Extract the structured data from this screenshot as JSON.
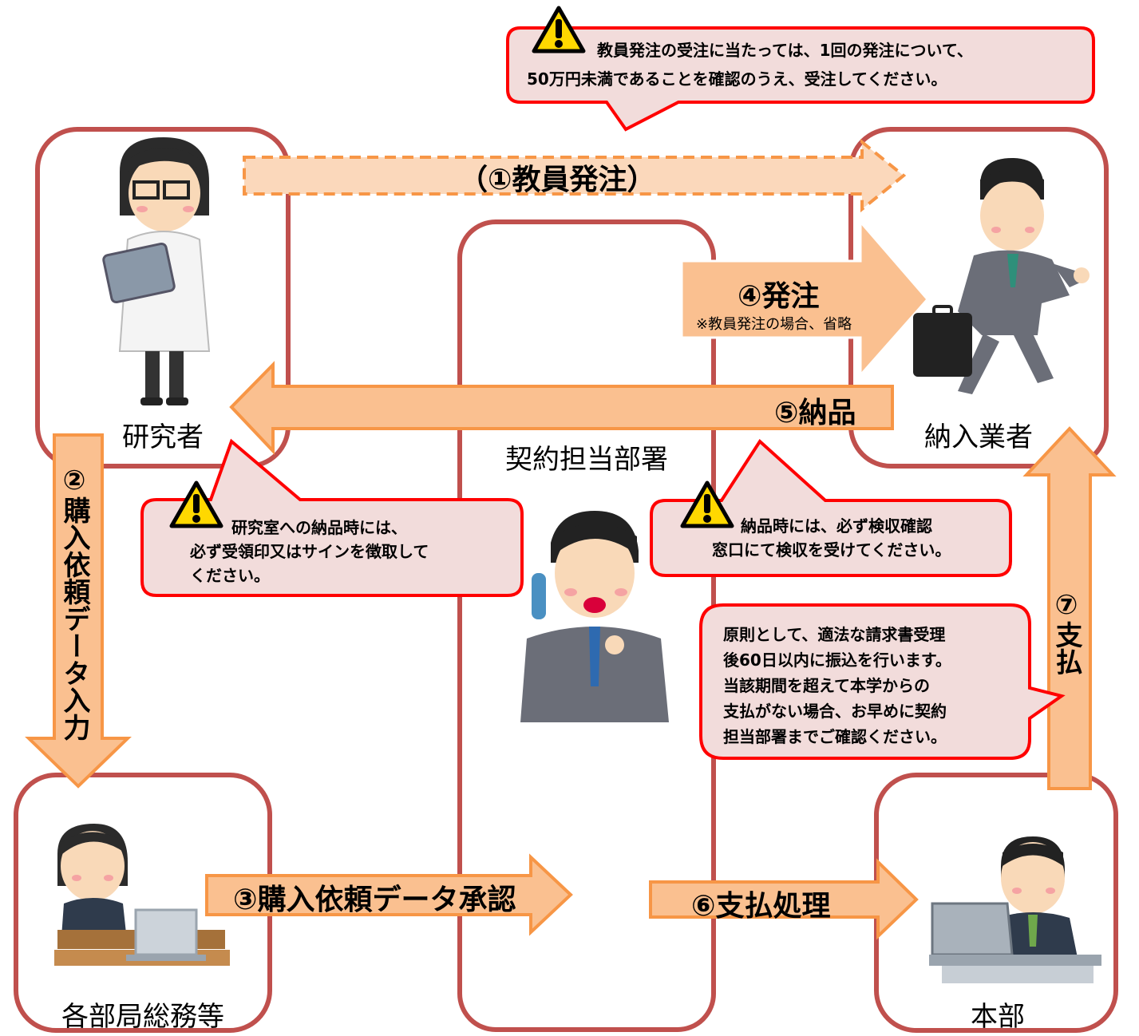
{
  "actors": {
    "researcher": "研究者",
    "vendor": "納入業者",
    "contract_dept": "契約担当部署",
    "general_affairs": "各部局総務等",
    "headquarters": "本部"
  },
  "steps": {
    "step1": "（①教員発注）",
    "step2": "②購入依頼データ入力",
    "step3": "③購入依頼データ承認",
    "step4": "④発注",
    "step4_note": "※教員発注の場合、省略",
    "step5": "⑤納品",
    "step6": "⑥支払処理",
    "step7": "⑦支払"
  },
  "notes": {
    "top_line1": "教員発注の受注に当たっては、1回の発注について、",
    "top_line2": "50万円未満であることを確認のうえ、受注してください。",
    "research_line1": "研究室への納品時には、",
    "research_line2": "必ず受領印又はサインを徴取して",
    "research_line3": "ください。",
    "inspection_line1": "納品時には、必ず検収確認",
    "inspection_line2": "窓口にて検収を受けてください。",
    "payment_line1": "原則として、適法な請求書受理",
    "payment_line2": "後60日以内に振込を行います。",
    "payment_line3": "当該期間を超えて本学からの",
    "payment_line4": "支払がない場合、お早めに契約",
    "payment_line5": "担当部署までご確認ください。"
  },
  "colors": {
    "box_border": "#c0504d",
    "arrow_fill": "#fac090",
    "arrow_stroke": "#f79646",
    "callout_fill": "#f2dcdb",
    "callout_border": "#ff0000",
    "warning_yellow": "#ffd800"
  },
  "icons": [
    "warning-icon",
    "researcher-figure",
    "vendor-figure",
    "contract-staff-figure",
    "general-affairs-figure",
    "headquarters-figure"
  ]
}
